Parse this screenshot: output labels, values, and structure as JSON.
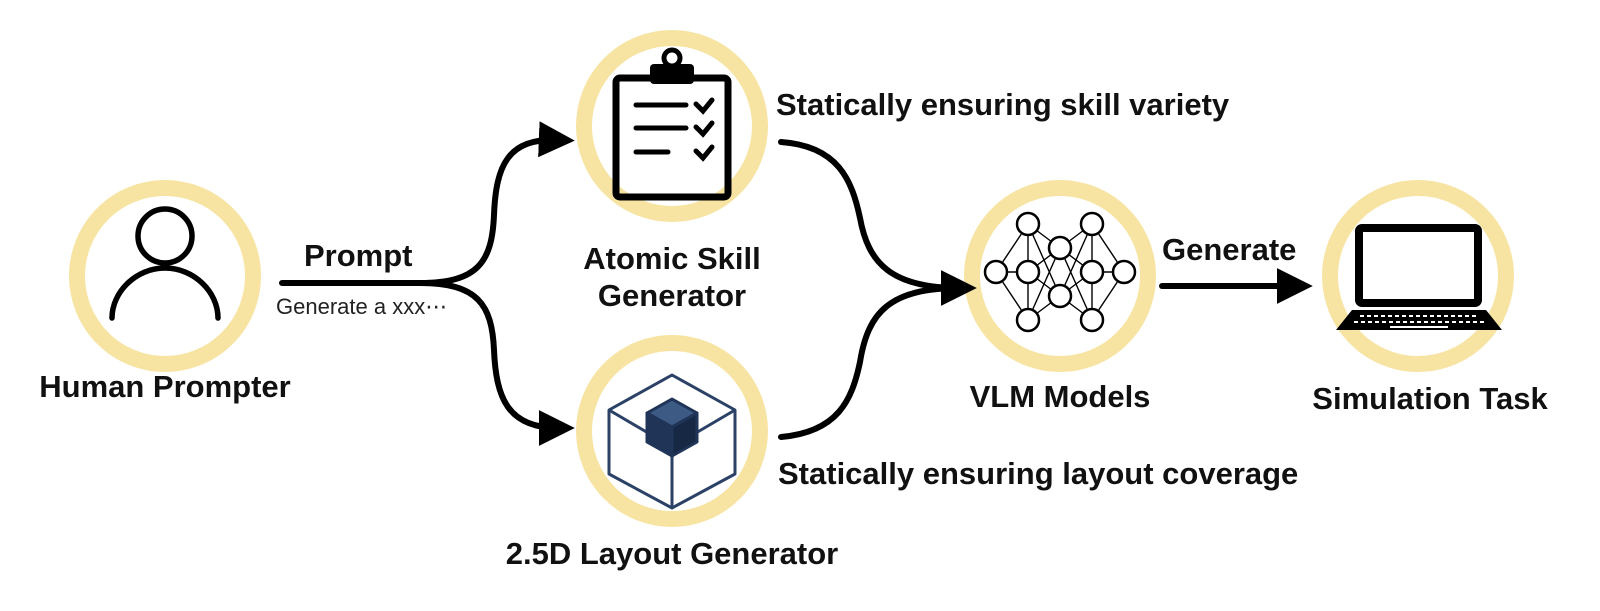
{
  "colors": {
    "ring": "#f7e4a3",
    "ink": "#000000",
    "cube_fill": "#1f3457",
    "cube_line": "#2b4166"
  },
  "nodes": {
    "human_prompter": {
      "label": "Human Prompter",
      "icon": "person-icon"
    },
    "atomic_skill_generator": {
      "label": "Atomic Skill\nGenerator",
      "icon": "clipboard-checklist-icon"
    },
    "layout_generator": {
      "label": "2.5D Layout Generator",
      "icon": "cube-icon"
    },
    "vlm_models": {
      "label": "VLM Models",
      "icon": "neural-network-icon"
    },
    "simulation_task": {
      "label": "Simulation Task",
      "icon": "laptop-icon"
    }
  },
  "edges": {
    "prompt_label": "Prompt",
    "prompt_example": "Generate a xxx⋯",
    "generate_label": "Generate"
  },
  "annotations": {
    "skill_variety": "Statically ensuring skill variety",
    "layout_coverage": "Statically ensuring layout coverage"
  }
}
